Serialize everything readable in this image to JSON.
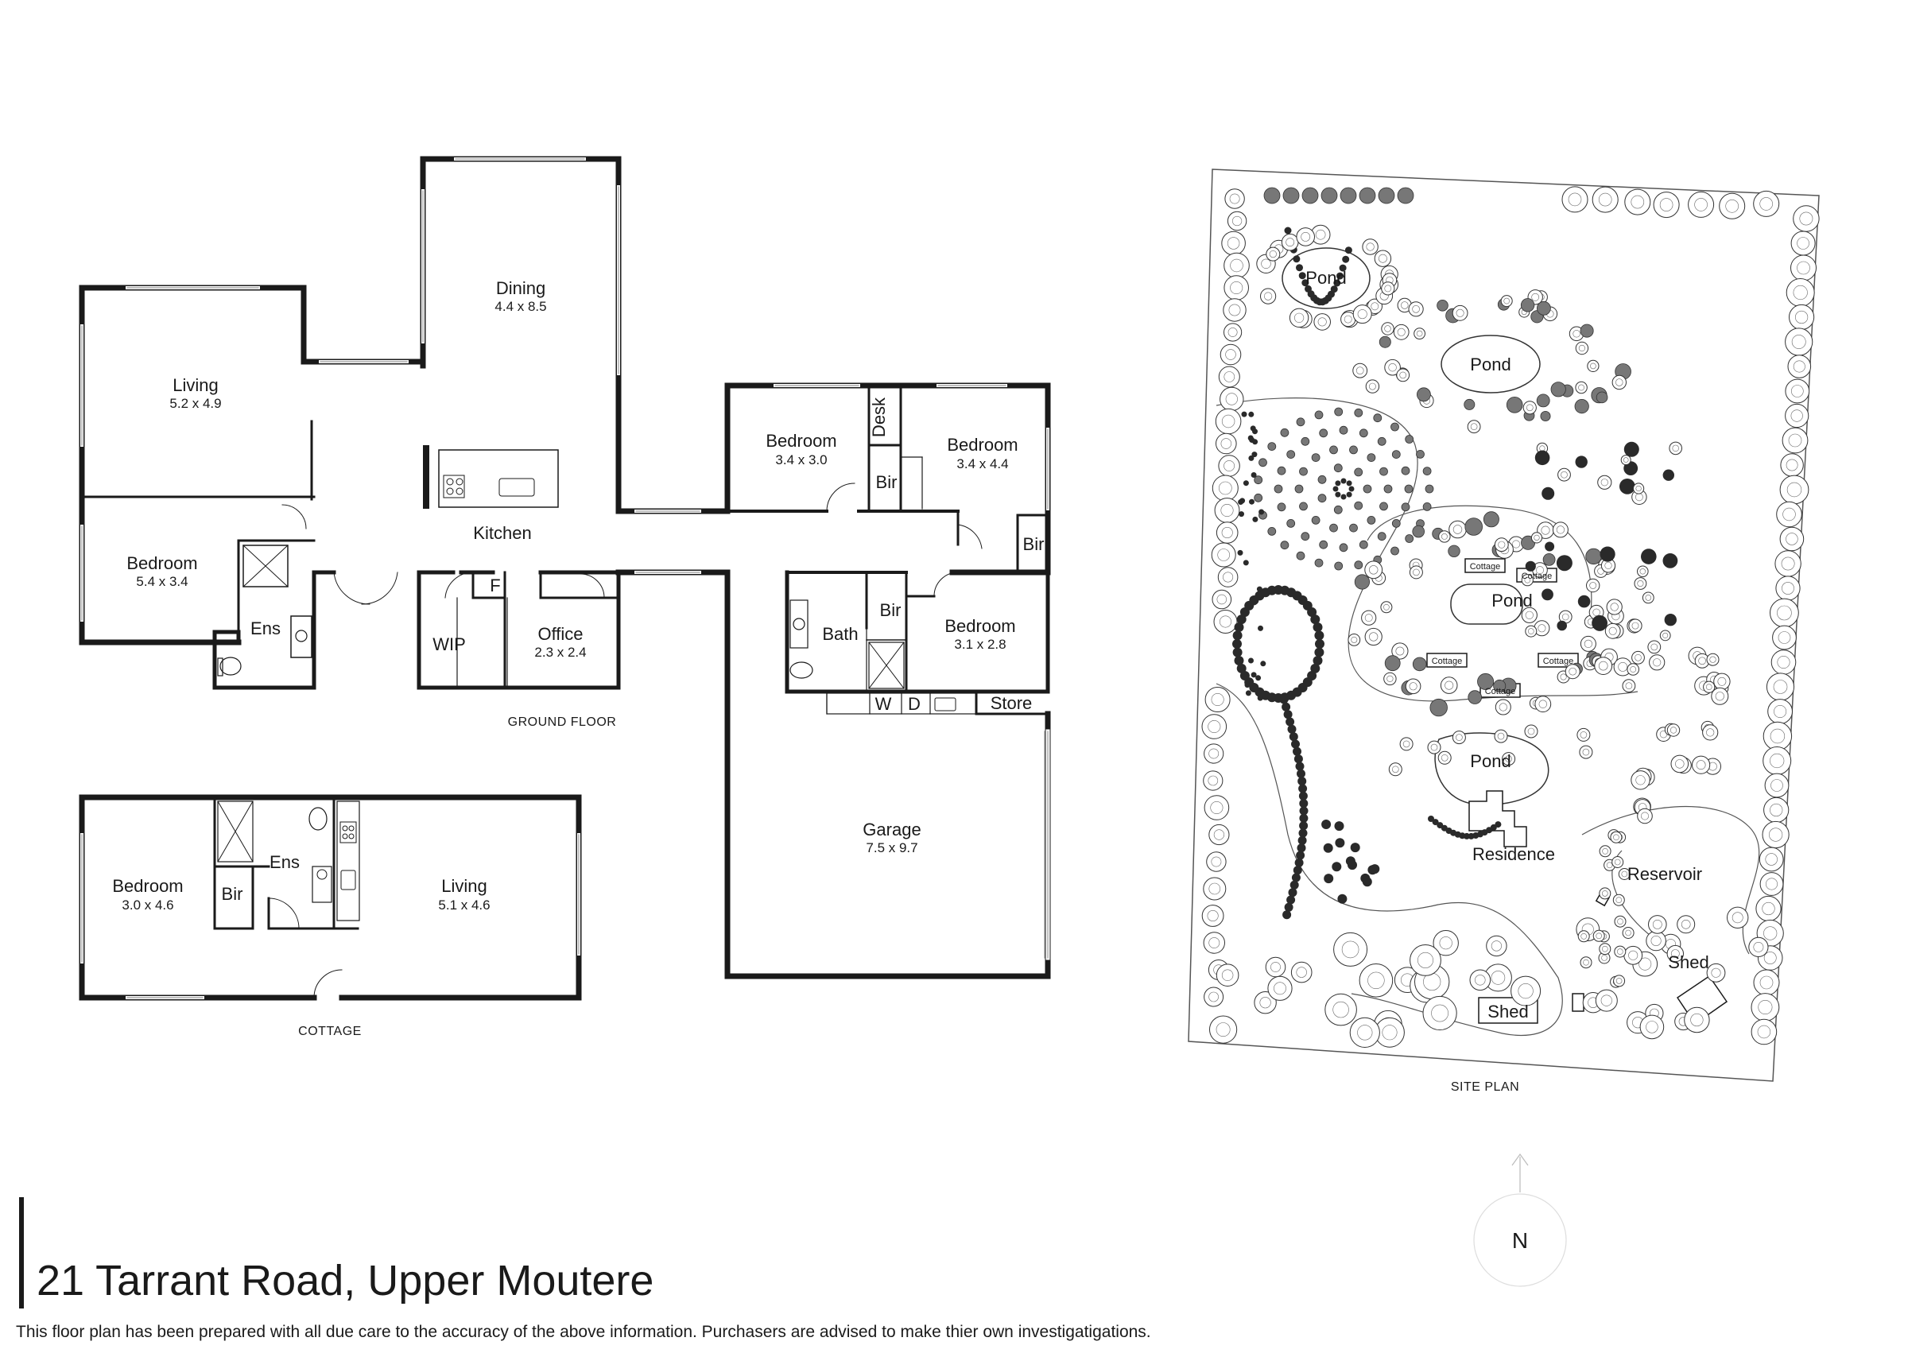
{
  "property": {
    "address": "21 Tarrant Road, Upper Moutere",
    "disclaimer": "This floor plan has been prepared with all due care to the accuracy of the above information. Purchasers are advised to make thier own investigatigations."
  },
  "ground_floor": {
    "caption": "GROUND FLOOR",
    "rooms": {
      "dining": {
        "name": "Dining",
        "dims": "4.4 x 8.5"
      },
      "living": {
        "name": "Living",
        "dims": "5.2 x 4.9"
      },
      "bedroom_main": {
        "name": "Bedroom",
        "dims": "5.4 x 3.4"
      },
      "ens": {
        "name": "Ens"
      },
      "kitchen": {
        "name": "Kitchen"
      },
      "wip": {
        "name": "WIP"
      },
      "fridge": {
        "name": "F"
      },
      "office": {
        "name": "Office",
        "dims": "2.3 x 2.4"
      },
      "bedroom_a": {
        "name": "Bedroom",
        "dims": "3.4 x 3.0"
      },
      "desk": {
        "name": "Desk"
      },
      "bir_a": {
        "name": "Bir"
      },
      "bedroom_b": {
        "name": "Bedroom",
        "dims": "3.4 x 4.4"
      },
      "bir_b": {
        "name": "Bir"
      },
      "bath": {
        "name": "Bath"
      },
      "bir_c": {
        "name": "Bir"
      },
      "bedroom_c": {
        "name": "Bedroom",
        "dims": "3.1 x 2.8"
      },
      "washer": {
        "name": "W"
      },
      "dryer": {
        "name": "D"
      },
      "store": {
        "name": "Store"
      },
      "garage": {
        "name": "Garage",
        "dims": "7.5 x 9.7"
      }
    }
  },
  "cottage": {
    "caption": "COTTAGE",
    "rooms": {
      "bedroom": {
        "name": "Bedroom",
        "dims": "3.0 x 4.6"
      },
      "bir": {
        "name": "Bir"
      },
      "ens": {
        "name": "Ens"
      },
      "living": {
        "name": "Living",
        "dims": "5.1 x 4.6"
      }
    }
  },
  "site_plan": {
    "caption": "SITE PLAN",
    "labels": {
      "pond_1": "Pond",
      "pond_2": "Pond",
      "pond_3": "Pond",
      "pond_4": "Pond",
      "cottage_1": "Cottage",
      "cottage_2": "Cottage",
      "cottage_3": "Cottage",
      "cottage_4": "Cottage",
      "cottage_5": "Cottage",
      "residence": "Residence",
      "reservoir": "Reservoir",
      "shed_1": "Shed",
      "shed_2": "Shed"
    },
    "north": "N"
  }
}
